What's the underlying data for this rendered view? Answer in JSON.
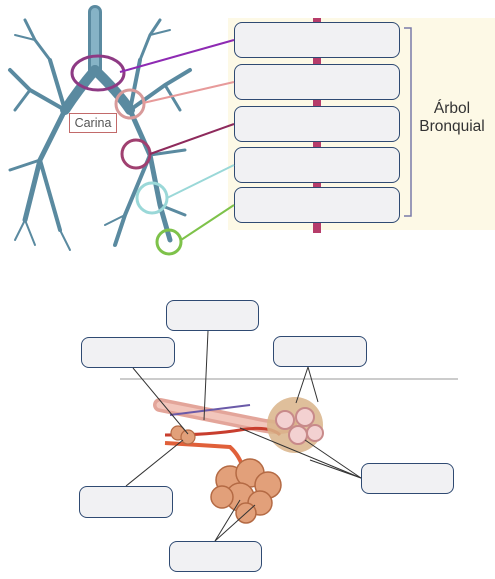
{
  "top_diagram": {
    "carina_label": "Carina",
    "group_title": [
      "Árbol",
      "Bronquial"
    ],
    "bracket_color": "#7a7aa8",
    "stem_color": "#b63c6a",
    "answer_boxes": [
      "",
      "",
      "",
      "",
      ""
    ],
    "connector_colors": [
      "#8e2ab3",
      "#e79a9a",
      "#8e2a5c",
      "#9ad8d8",
      "#7ec24a"
    ]
  },
  "bottom_diagram": {
    "answer_boxes": [
      "",
      "",
      "",
      "",
      "",
      ""
    ]
  }
}
